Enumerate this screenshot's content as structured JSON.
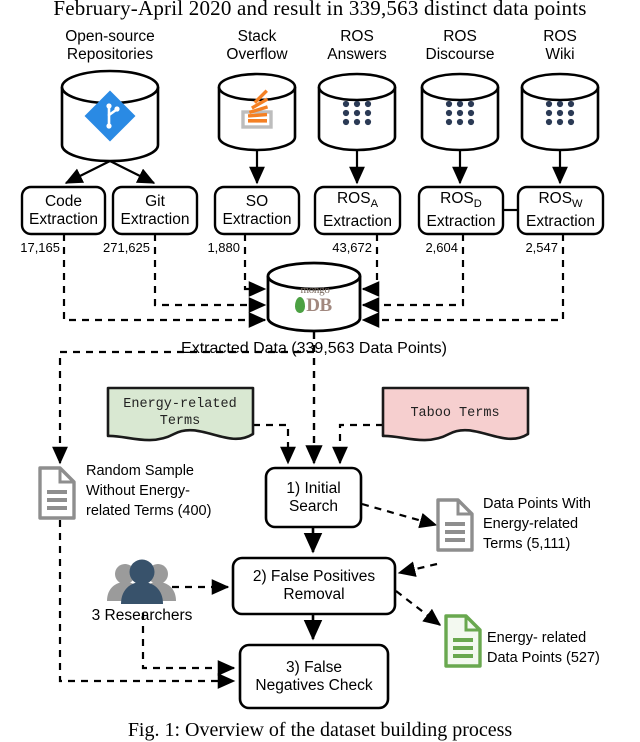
{
  "header": {
    "text": "February-April 2020 and result in 339,563 distinct data points"
  },
  "caption": {
    "text": "Fig. 1: Overview of the dataset building process"
  },
  "sources": [
    {
      "id": "open-source-repositories",
      "label_line1": "Open-source",
      "label_line2": "Repositories",
      "icon": "git-icon"
    },
    {
      "id": "stack-overflow",
      "label_line1": "Stack",
      "label_line2": "Overflow",
      "icon": "stack-overflow-icon"
    },
    {
      "id": "ros-answers",
      "label_line1": "ROS",
      "label_line2": "Answers",
      "icon": "dot-grid-icon"
    },
    {
      "id": "ros-discourse",
      "label_line1": "ROS",
      "label_line2": "Discourse",
      "icon": "dot-grid-icon"
    },
    {
      "id": "ros-wiki",
      "label_line1": "ROS",
      "label_line2": "Wiki",
      "icon": "dot-grid-icon"
    }
  ],
  "extractors": [
    {
      "id": "code-extraction",
      "line1": "Code",
      "line2": "Extraction",
      "count": "17,165"
    },
    {
      "id": "git-extraction",
      "line1": "Git",
      "line2": "Extraction",
      "count": "271,625"
    },
    {
      "id": "so-extraction",
      "line1": "SO",
      "line2": "Extraction",
      "count": "1,880"
    },
    {
      "id": "rosa-extraction",
      "line1": "ROS",
      "sub": "A",
      "line2": "Extraction",
      "count": "43,672"
    },
    {
      "id": "rosd-extraction",
      "line1": "ROS",
      "sub": "D",
      "line2": "Extraction",
      "count": "2,604"
    },
    {
      "id": "rosw-extraction",
      "line1": "ROS",
      "sub": "W",
      "line2": "Extraction",
      "count": "2,547"
    }
  ],
  "database": {
    "id": "mongodb",
    "logo_top": "mongo",
    "logo_bottom": "DB",
    "caption": "Extracted Data (339,563 Data Points)"
  },
  "term_docs": [
    {
      "id": "energy-related-terms",
      "line1": "Energy-related",
      "line2": "Terms",
      "fill": "#d9e8d2",
      "stroke": "#1a1a1a"
    },
    {
      "id": "taboo-terms",
      "line1": "Taboo Terms",
      "line2": "",
      "fill": "#f6cfcf",
      "stroke": "#1a1a1a"
    }
  ],
  "steps": [
    {
      "id": "initial-search",
      "line1": "1) Initial",
      "line2": "Search"
    },
    {
      "id": "false-positives-removal",
      "line1": "2) False Positives",
      "line2": "Removal"
    },
    {
      "id": "false-negatives-check",
      "line1": "3) False",
      "line2": "Negatives Check"
    }
  ],
  "artifacts": [
    {
      "id": "random-sample-doc",
      "color": "#8e8e8e",
      "lines": [
        "Random Sample",
        "Without Energy-",
        "related Terms (400)"
      ]
    },
    {
      "id": "data-points-with-terms-doc",
      "color": "#8e8e8e",
      "lines": [
        "Data Points With",
        "Energy-related",
        "Terms (5,111)"
      ]
    },
    {
      "id": "energy-related-data-points-doc",
      "color": "#69a84f",
      "lines": [
        "Energy- related",
        "Data Points (527)"
      ]
    }
  ],
  "actors": [
    {
      "id": "researchers",
      "label": "3 Researchers",
      "color": "#38526b",
      "back_color": "#9b9b9b"
    }
  ],
  "colors": {
    "git_blue": "#2a8ae4",
    "so_orange": "#f48024",
    "dot_navy": "#2b3a55",
    "mongo_green": "#4ca143",
    "mongo_brown": "#a1887f",
    "stroke": "#000000"
  }
}
